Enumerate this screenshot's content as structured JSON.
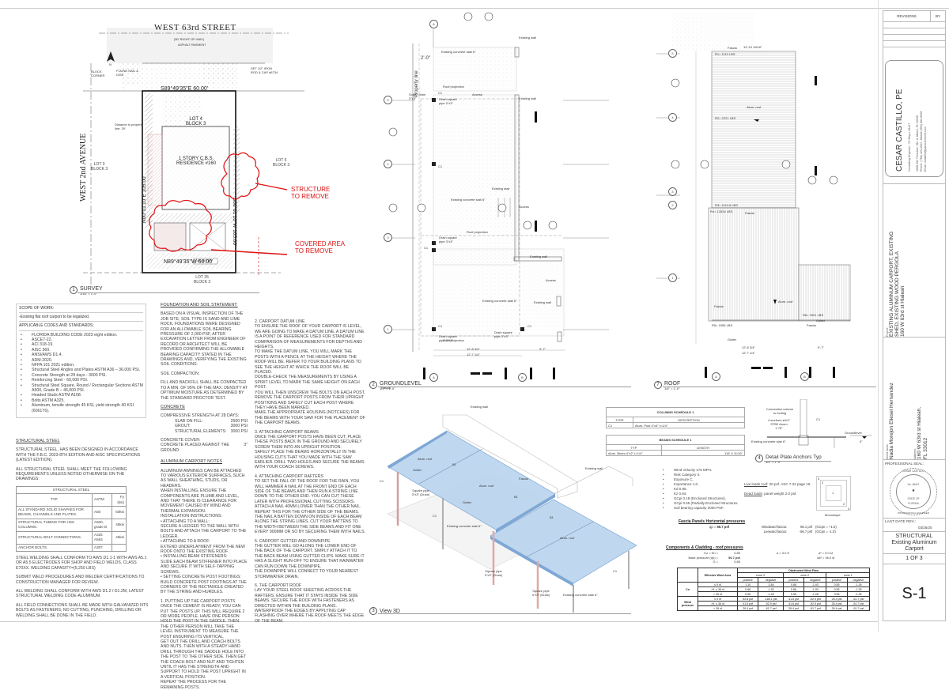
{
  "title_block": {
    "revisions_label": "REVISIONS",
    "by_label": "BY",
    "engineer": {
      "name": "CESAR CASTILLO, PE",
      "line1": "Consulting Engineer - FL Reg # 48447",
      "line2": "4908 SW 72nd Ave, Ste. A, Miami, FL 33155",
      "line3": "Phone: (786) 423-1934 - Mobile:(954) 803-8948",
      "line4": "Email: ccastillo@panoramicnet.com"
    },
    "project_label": "Project:",
    "project_line1": "EXISTING ALUMINUM CARPORT, EXISTING",
    "project_line2": "SHED, EXISTING WOOD PERGOLA",
    "project_line3": "160 W 63rd st Hialeah",
    "client_label": "Client name:",
    "client_name": "Nadia Morejon Eliesel Hernandez",
    "address_label": "Address:",
    "address_line1": "160 W 63rd st Hialeah,",
    "address_line2": "FL 33012",
    "seal_label": "PROFESSIONAL SEAL:",
    "seal_top": "CESAR CASTILLO",
    "seal_no": "No. 48447",
    "seal_state": "STATE OF",
    "seal_florida": "FLORIDA",
    "seal_bottom": "PROFESSIONAL ENGINEER",
    "last_rev_label": "LAST DATE REV.:",
    "last_rev_date": "03/26/25",
    "discipline": "STRUCTURAL",
    "sheet_desc1": "Existing Aluminum",
    "sheet_desc2": "Carport",
    "sheet_count": "1  OF 3",
    "sheet_number": "S-1"
  },
  "survey": {
    "street": "WEST 63rd STREET",
    "row": "(50' RIGHT-OF-WAY)",
    "asphalt": "ASPHALT PAVEMENT",
    "avenue": "WEST 2nd AVENUE",
    "bearing_top": "S89°49'35\"E 60.00'",
    "bearing_bottom": "N89°49'35\"W 60.00'",
    "bearing_left": "N00°01'10\"E 105.00'",
    "bearing_right": "S00°01'10\"W 105.00'",
    "lot4": "LOT 4",
    "block3": "BLOCK 3",
    "residence1": "1 STORY C.B.S.",
    "residence2": "RESIDENCE #160",
    "lot3": "LOT 3",
    "lot3_block": "BLOCK 3",
    "lot5": "LOT 5",
    "lot5_block": "BLOCK 3",
    "lot35": "LOT 35",
    "lot35_block": "BLOCK 3",
    "distance_note": "Distance to property line: 29'",
    "block_corner": "BLOCK CORNER",
    "found_nail": "FOUND NAIL & DISK",
    "set_rod": "SET 1/2\" IRON ROD & CAP #6734",
    "gas_meter": "GAS METER",
    "annotation1_line1": "STRUCTURE",
    "annotation1_line2": "TO REMOVE",
    "annotation2_line1": "COVERED AREA",
    "annotation2_line2": "TO REMOVE",
    "view_num": "1",
    "view_title": "SURVEY",
    "view_scale": "1/16\" = 1'-0\""
  },
  "scope": {
    "header": "SCOPE OF WORK:",
    "item": "-Existing flat roof carport to be legalized.",
    "codes_header": "APPLICABLE CODES  AND STANDARDS:",
    "codes": [
      "FLORIDA BUILDING CODE 2023 eight edition.",
      "ASCE7-22.",
      "ACI 318-19.",
      "AISC 360.",
      "ANSI/AWS D1.4.",
      "ADM-2020.",
      "NFPA 101 2021 edition.",
      "Structural Steel Angles and Plates ASTM A36 – 36,000 PSI.",
      "Concrete Strength at 28 days - 3000 PSI.",
      "Reinforcing Steel - 60,000 PSI.",
      "Structural Steel Square, Round / Rectangular Sections ASTM A500, Grade B – 46,000 PSI.",
      "Headed Studs ASTM A108.",
      "Bolts ASTM A325.",
      "Aluminum, tensile strength 45 KSI, yield strength 40 KSI (6061T6)."
    ]
  },
  "structural_steel": {
    "header": "STRUCTURAL STEEL",
    "p1": "STRUCTURAL STEEL, HAS BEEN DESIGNED IN ACCORDANCE WITH THE F.B.C. 2023-8TH EDITION AND AISC SPECIFICATIONS (LATEST EDITION).",
    "p2": "ALL STRUCTURAL STEEL SHALL MEET THE FOLLOWING REQUIREMENTS UNLESS NOTED OTHERWISE ON THE DRAWINGS:",
    "table_title": "STRUCTURAL STEEL",
    "columns": [
      "TYP.",
      "ASTM",
      "Fy (ksi)"
    ],
    "rows": [
      [
        "ALL STANDARD SOLID SHAPAES FOR BEAMS, CHANNELS AND PLATES.",
        "A50",
        "50ksi"
      ],
      [
        "STRUCTURAL TUBING FOR HSS COLUMNS.",
        "A500, grade B",
        "46ksi"
      ],
      [
        "STRUCTURAL BOLT CONNECTIONS.",
        "A325 A563",
        "46ksi"
      ],
      [
        "ANCHOR BOLTS.",
        "A307",
        ""
      ]
    ],
    "p3": "STEEL WELDING SHALL CONFORM TO AWS D1.1-1 WITH AWS A5.1 OR A5.5 ELECTRODES FOR SHOP AND FIELD WELDS, CLASS E70XX. WELDING CAPASITY=(5,250 LBS)",
    "p4": "SUBMIT WELD PROCEDURES AND WELDER CERTIFICATIONS TO CONSTRUCTION MANAGER FOR REVIEW.",
    "p5": "ALL WELDING SHALL CONFORM WITH AWS D1.2 / D1.2M, LATEST STRUCTURAL WELDING CODE-ALUMINUM.",
    "p6": "ALL FIELD CONNECTIONS SHALL BE MADE WITH GALVANIZED NTS BOLTS AS FASTENERS, NO CUTTING, PUNCHING, DRILLING OR WELDING SHALL BE DONE IN THE FIELD."
  },
  "foundation": {
    "header": "FOUNDATION AND SOIL STATEMENT:",
    "p1": "BASED ON A VISUAL INSPECTION OF THE JOB SITE, SOIL TYPE IS SAND AND LIME ROCK. FOUNDATIONS WERE DESIGNED FOR AN ALLOWABLE SOIL BEARING PRESSURE OF 2,000 PSF, AFTER EXCAVATION LETTER FROM ENGINEER OF RECORD OR ARCHITECT WILL BE PROVIDED CONFIRMING THE ALLOWABLE BEARING CAPACITY STATED IN THE DRAWINGS AND, VERIFYING THE EXISTING SOIL CONDITIONS.",
    "soil_header": "SOIL COMPACTION:",
    "p2": "FILL AND BACKFILL SHALL BE COMPACTED TO A MIN. OF 95% OF THE MAX. DENSITY AT OPTIMUM MOISTURE AS DETERMINED BY THE STANDARD PROCTOR TEST.",
    "concrete_header": "CONCRETE",
    "compressive": "COMPRESSIVE STRENGTH AT 28 DAYS:",
    "strengths": [
      {
        "label": "SLAB ON FILL:",
        "value": "2500 PSI"
      },
      {
        "label": "GROUT:",
        "value": "3000 PSI"
      },
      {
        "label": "STRUCTURAL ELEMENTS:",
        "value": "3000 PSI"
      }
    ],
    "cover_label": "CONCRETE COVER:",
    "cover_text": "CONCRETE PLACED AGAINST THE GROUND:",
    "cover_value": "3\""
  },
  "aluminum_notes": {
    "header": "ALUMINUM CARPORT NOTES",
    "text": "ALUMINUM AWNINGS CAN BE ATTACHED TO VARIOUS EXTERIOR SURFACES, SUCH AS WALL SHEATHING, STUDS, OR HEADERS.\nWHEN INSTALLING, ENSURE THE COMPONENTS ARE PLUMB AND LEVEL, AND THAT THERE IS CLEARANCE FOR MOVEMENT CAUSED BY WIND AND THERMAL EXPANSION.\nINSTALLATION INSTRUCTIONS:\n•     ATTACHING TO A WALL:\nSECURE A LEDGER TO THE WALL WITH BOLTS AND ATTACH THE CARPORT TO THE LEDGER.\n•     ATTACHING TO A ROOF:\nEXTEND UNDERLAYMENT FROM THE NEW ROOF ONTO THE EXISTING ROOF.\n•     INSTALLING BEAM STIFFENERS:\nSLIDE EACH BEAM STIFFENER INTO PLACE AND SECURE IT WITH SELF-TAPPING SCREWS.\n•     SETTING CONCRETE POST FOOTINGS:\nBUILD CONCRETE POST FOOTINGS AT THE CORNERS OF THE RECTANGLE CREATED BY THE STRING AND HURDLES.",
    "step1": "1. PUTTING UP THE CARPORT POSTS\nONCE THE CEMENT IS READY, YOU CAN PUT THE POSTS UP. THIS WILL REQUIRE 2 OR MORE PEOPLE. HAVE ONE PERSON HOLD THE POST IN THE SADDLE. THEN THE OTHER PERSON WILL TAKE THE LEVEL INSTRUMENT TO MEASURE THE POST ENSURING ITS VERTICAL.\nGET OUT THE DRILL AND COACH BOLTS AND NUTS. THEN WITH A STEADY HAND DRILL THROUGH THE SADDLE HOLE INTO THE POST TO THE OTHER SIDE. THEN GET THE COACH BOLT AND NUT AND TIGHTEN UNTIL IT HAS THE STRENGTH AND SUPPORT TO HOLD THE POST UPRIGHT IN A VERTICAL POSITION.\nREPEAT THE PROCESS FOR THE REMAINING POSTS."
  },
  "carport_steps": {
    "step2": "2. CARPORT DATUM LINE\nTO ENSURE THE ROOF OF YOUR CARPORT IS LEVEL, WE ARE GOING TO MAKE A DATUM LINE. A DATUM LINE IS A POINT OF REFERENCE USED FOR STANDARD COMPARISON OF MEASUREMENTS FOR DEPTHS AND HEIGHTS.\nTO MAKE THE DATUM LINE, YOU WILL MARK THE POSTS WITH A PENCIL AT THE HEIGHT WHERE THE ROOF WILL BE. REFER TO YOUR BUILDING PLANS TO SEE THE HEIGHT AT WHICH THE ROOF WILL BE PLACED.\nDOUBLE-CHECK THE MEASUREMENTS BY USING A SPIRIT LEVEL TO MARK THE SAME HEIGHT ON EACH POST.\nYOU WILL THEN UNSCREW THE BOLTS ON EACH POST, REMOVE THE CARPORT POSTS FROM THEIR UPRIGHT POSITIONS AND SAFELY CUT EACH POST WHERE THEY HAVE BEEN MARKED.\nMAKE THE APPROPRIATE HOUSING (NOTCHES) FOR THE BEAMS WITH YOUR SAW FOR THE PLACEMENT OF THE CARPORT BEAMS.",
    "step3": "3. ATTACHING CARPORT BEAMS\nONCE THE CARPORT POSTS HAVE BEEN CUT, PLACE THESE POSTS BACK IN THE GROUND AND SECURELY SCREW THEM INTO AN UPRIGHT POSITION.\nSAFELY PLACE THE BEAMS HORIZONTALLY IN THE HOUSING CUTS THAT YOU MADE WITH THE SAW EARLIER. DRILL TWO HOLES AND SECURE THE BEAMS WITH YOUR COACH SCREWS.",
    "step4": "4. ATTACHING CARPORT RAFTERS\nTO SET THE FALL OF THE ROOF FOR THE RAIN, YOU WILL HAMMER A NAIL AT THE FRONT END OF EACH SIDE OF THE BEAMS AND THEN RUN A STRING LINE DOWN TO THE OTHER END. YOU CAN CUT THESE LATER WITH PROFESSIONAL CUTTING SCISSORS.\nATTACH A NAIL 40MM LOWER THAN THE OTHER NAIL. REPEAT THIS FOR THE OTHER SIDE OF THE BEAMS.\nTHE NAIL A BATTEN DOWN ON INSIDE OF EACH BEAM ALONG THE STRING LINES. CUT YOUR BATTENS TO THE WIDTH BETWEEN THE SIDE BEAMS AND FIT ONE EVERY 900MM OR SO BY SECURING THEM WITH NAILS.",
    "step5": "5. CARPORT GUTTER AND DOWNPIPE\nTHE GUTTER WILL GO ALONG THE LOWER END OF THE BACK OF THE CARPORT. SIMPLY ATTACH IT TO THE BACK BEAM USING GUTTER CLIPS. MAKE SURE IT HAS A SLIGHT RUN-OFF TO ENSURE THAT RAINWATER CAN RUN DOWN THE DOWNPIPE.\nTHE DOWNPIPE WILL CONNECT TO YOUR NEAREST STORMWATER DRAIN.",
    "step6": "6. THE CARPORT ROOF\nLAY YOUR STEEL ROOF SHEETING ACROSS THE RAFTERS. ENSURE THAT IT STAYS INSIDE THE SIDE BEAMS. SECURE THE ROOF WITH FASTENERS AS DIRECTED WITHIN THE BUILDING PLANS.\nWATERPROOF THE EDGES BY APPLYING CAP FLASHING OVER WHERE THE ROOF MEETS THE EDGE OF THE BEAM."
  },
  "groundlevel": {
    "view_num": "2",
    "view_title": "GROUNDLEVEL",
    "view_scale": "1/4\" = 1'-0\"",
    "property_line": "Property line",
    "dim_2ft": "2'-0\"",
    "slab_top": "Existing concrete slab 6\"",
    "slab_mid": "Existing concrete slab 6\"",
    "slab_bot": "Existing concrete slab 6\"",
    "existing_wall": "Existing wall",
    "existing_stair": "Existing stair",
    "roof_projection": "Roof projection",
    "access": "Access",
    "gutter_drain": "Gutter drain 3\"x3\"",
    "drain_pipe": "Drain square pipe 3\"x3\"",
    "c1": "C1",
    "dim_bottom1": "12'-8 3/4\"",
    "dim_bottom2": "12'-7 1/4\"",
    "dim_bottom3": "9'-7\"",
    "grid_a": "A",
    "grid_b": "B",
    "grid_1": "1",
    "grid_2": "2",
    "grid_3": "3",
    "grid_4": "4",
    "grid_5": "5"
  },
  "roof": {
    "view_num": "7",
    "view_title": "ROOF",
    "view_scale": "1/4\" = 1'-0\"",
    "fascia": "Fascia",
    "gutter": "Gutter",
    "alum_roof": "Alum. roof",
    "r1": "R1= 1110 LBS",
    "r2": "R2= 2221 LBS",
    "r3": "R3= 1110.6 LBS",
    "r4": "R4= 13334 LBS",
    "r5": "R5= 1555 LBS",
    "r6": "R6= 3321 LBS",
    "dim_top": "12'-10 15/16\"",
    "dim_bot1": "12'-8 3/4\"",
    "dim_bot2": "12'-7 1/4\"",
    "dim_bot3": "9'-7\""
  },
  "view3d": {
    "view_num": "3",
    "view_title": "View 3D",
    "labels": {
      "fascia": "Fascia",
      "alum_roof": "Alum. roof",
      "existing_wall": "Existing wall",
      "gutter": "Gutter",
      "b1": "B1",
      "c1": "C1",
      "square_pipe": "Square pipe 3\"x3\" (Drain)",
      "slab": "Existing concrete slab 6\""
    }
  },
  "columns_schedule": {
    "title": "COLUMNS SCHEDULE 1",
    "columns": [
      "TYPE",
      "DESCRIPTION"
    ],
    "rows": [
      [
        "C1",
        "Alum. Post 4\"x4\" t=1/4\""
      ]
    ]
  },
  "beams_schedule": {
    "title": "BEAMS SCHEDULE 1",
    "columns": [
      "TYP",
      "LENGTH"
    ],
    "rows": [
      [
        "Alum. Beam 4\"x2\" t=1/4\"",
        "116'-0 11/16\""
      ]
    ]
  },
  "detail": {
    "view_num": "4",
    "view_title": "Detail Plate Anchors Typ",
    "view_scale": "3/4\" = 1'-0\"",
    "connection": "Connection column to footing",
    "anchors": "4 anchors ø1/4\" STB2 Anorn 1.75\"",
    "c1": "C1",
    "groundlevel": "Groundlevel",
    "groundlevel_elev": "0\"",
    "slab": "Existing concrete slab 6\""
  },
  "design_criteria": {
    "items": [
      "Wind Velocity 175 MPH.",
      "Risk Category II.",
      "Exposure C.",
      "Importance 1.0.",
      "Kd 0.85.",
      "Kz 0.94.",
      "GCpi 0.18 (Enclosed Structures).",
      "GCpi 0.55 (Partially Enclosed Structures.",
      "Soil bearing capacity 2000 PSF."
    ],
    "live_loads_label": "Live loads roof",
    "live_loads_value": ": 20 psf. ASC 7-22 page 15.",
    "dead_loads_label": "Dead loads",
    "dead_loads_value": ": panel weight 2.0 psf.",
    "monoslope_label": "Monoslope",
    "zone_labels": [
      "3",
      "2",
      "1",
      "2",
      "3"
    ]
  },
  "fascia_panels": {
    "title": "Fascia Panels  Horizontal pressures",
    "qp": "qp =",
    "qp_value": "56.7 psf",
    "windward_label": "Windward fascia:",
    "windward_value": "85.1 psf",
    "windward_gc": "(GCpn = +1.5)",
    "leeward_label": "Leeward fascia:",
    "leeward_value": "-56.7 psf",
    "leeward_gc": "(GCpn = -1.0)"
  },
  "components_cladding": {
    "title": "Components & Cladding - roof pressures",
    "kz_label": "Kz = Kh =",
    "kz_value": "0.85",
    "base_label": "Base pressure (qh) =",
    "base_value": "56.7 psf",
    "g_label": "G =",
    "g_value": "0.85",
    "a_label": "a = 3.0 ft",
    "a2_label": "a² = 9.0 sf",
    "4a2_label": "4a² = 36.0 sf",
    "table": {
      "header_flow": "Obstructed Wind Flow",
      "header_area": "Effective Wind Area",
      "zones": [
        "zone 3",
        "zone 2",
        "zone 1"
      ],
      "signs": [
        "positive",
        "negative",
        "positive",
        "negative",
        "positive",
        "negative"
      ],
      "cn_label": "Cn",
      "wp_label": "Wind pressure",
      "areas": [
        "≤ 9 sf",
        ">9, ≤ 36 sf",
        "> 36 sf"
      ],
      "cn_rows": [
        [
          "1.10",
          "-3.84",
          "0.86",
          "-1.93",
          "0.55",
          "-1.28"
        ],
        [
          "0.86",
          "-1.93",
          "0.86",
          "-1.93",
          "0.55",
          "-1.28"
        ],
        [
          "0.55",
          "-1.28",
          "0.55",
          "-1.28",
          "0.55",
          "-1.28"
        ]
      ],
      "wp_rows": [
        [
          "52.8 psf",
          "-185.1 psf",
          "41.6 psf",
          "-92.9 psf",
          "26.4 psf",
          "-61.7 psf"
        ],
        [
          "41.6 psf",
          "-92.9 psf",
          "41.6 psf",
          "-92.9 psf",
          "26.4 psf",
          "-61.7 psf"
        ],
        [
          "26.4 psf",
          "-61.7 psf",
          "26.4 psf",
          "-61.7 psf",
          "26.4 psf",
          "-61.7 psf"
        ]
      ]
    }
  },
  "colors": {
    "redline": "#dd1111",
    "roof_blue": "#b9d4ee",
    "roof_blue_edge": "#7ea7d4",
    "line": "#333333"
  }
}
